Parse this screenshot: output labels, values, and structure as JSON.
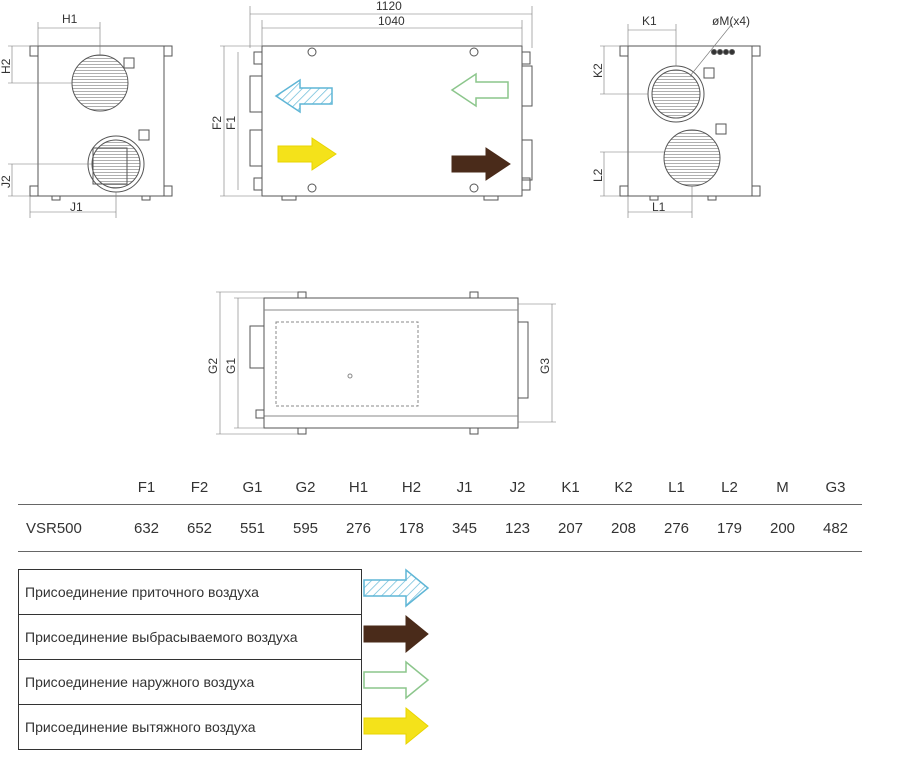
{
  "colors": {
    "supply": "#5fb6d6",
    "exhaust": "#4a2b1a",
    "outdoor": "#8cc68c",
    "extract": "#f4e21a",
    "line": "#555555"
  },
  "drawing": {
    "front": {
      "dim_total": "1120",
      "dim_body": "1040",
      "dim_f2": "F2",
      "dim_f1": "F1"
    },
    "left_side": {
      "dim_h1": "H1",
      "dim_h2": "H2",
      "dim_j1": "J1",
      "dim_j2": "J2"
    },
    "right_side": {
      "dim_k1": "K1",
      "dim_k2": "K2",
      "dim_l1": "L1",
      "dim_l2": "L2",
      "dim_m": "øM(x4)"
    },
    "top_view": {
      "dim_g2": "G2",
      "dim_g1": "G1",
      "dim_g3": "G3"
    }
  },
  "spec_table": {
    "headers": [
      "",
      "F1",
      "F2",
      "G1",
      "G2",
      "H1",
      "H2",
      "J1",
      "J2",
      "K1",
      "K2",
      "L1",
      "L2",
      "M",
      "G3"
    ],
    "rows": [
      [
        "VSR500",
        "632",
        "652",
        "551",
        "595",
        "276",
        "178",
        "345",
        "123",
        "207",
        "208",
        "276",
        "179",
        "200",
        "482"
      ]
    ]
  },
  "legend": [
    {
      "label": "Присоединение приточного воздуха",
      "arrow": "supply-arrow-icon"
    },
    {
      "label": "Присоединение выбрасываемого воздуха",
      "arrow": "exhaust-arrow-icon"
    },
    {
      "label": "Присоединение наружного воздуха",
      "arrow": "outdoor-arrow-icon"
    },
    {
      "label": "Присоединение вытяжного воздуха",
      "arrow": "extract-arrow-icon"
    }
  ]
}
